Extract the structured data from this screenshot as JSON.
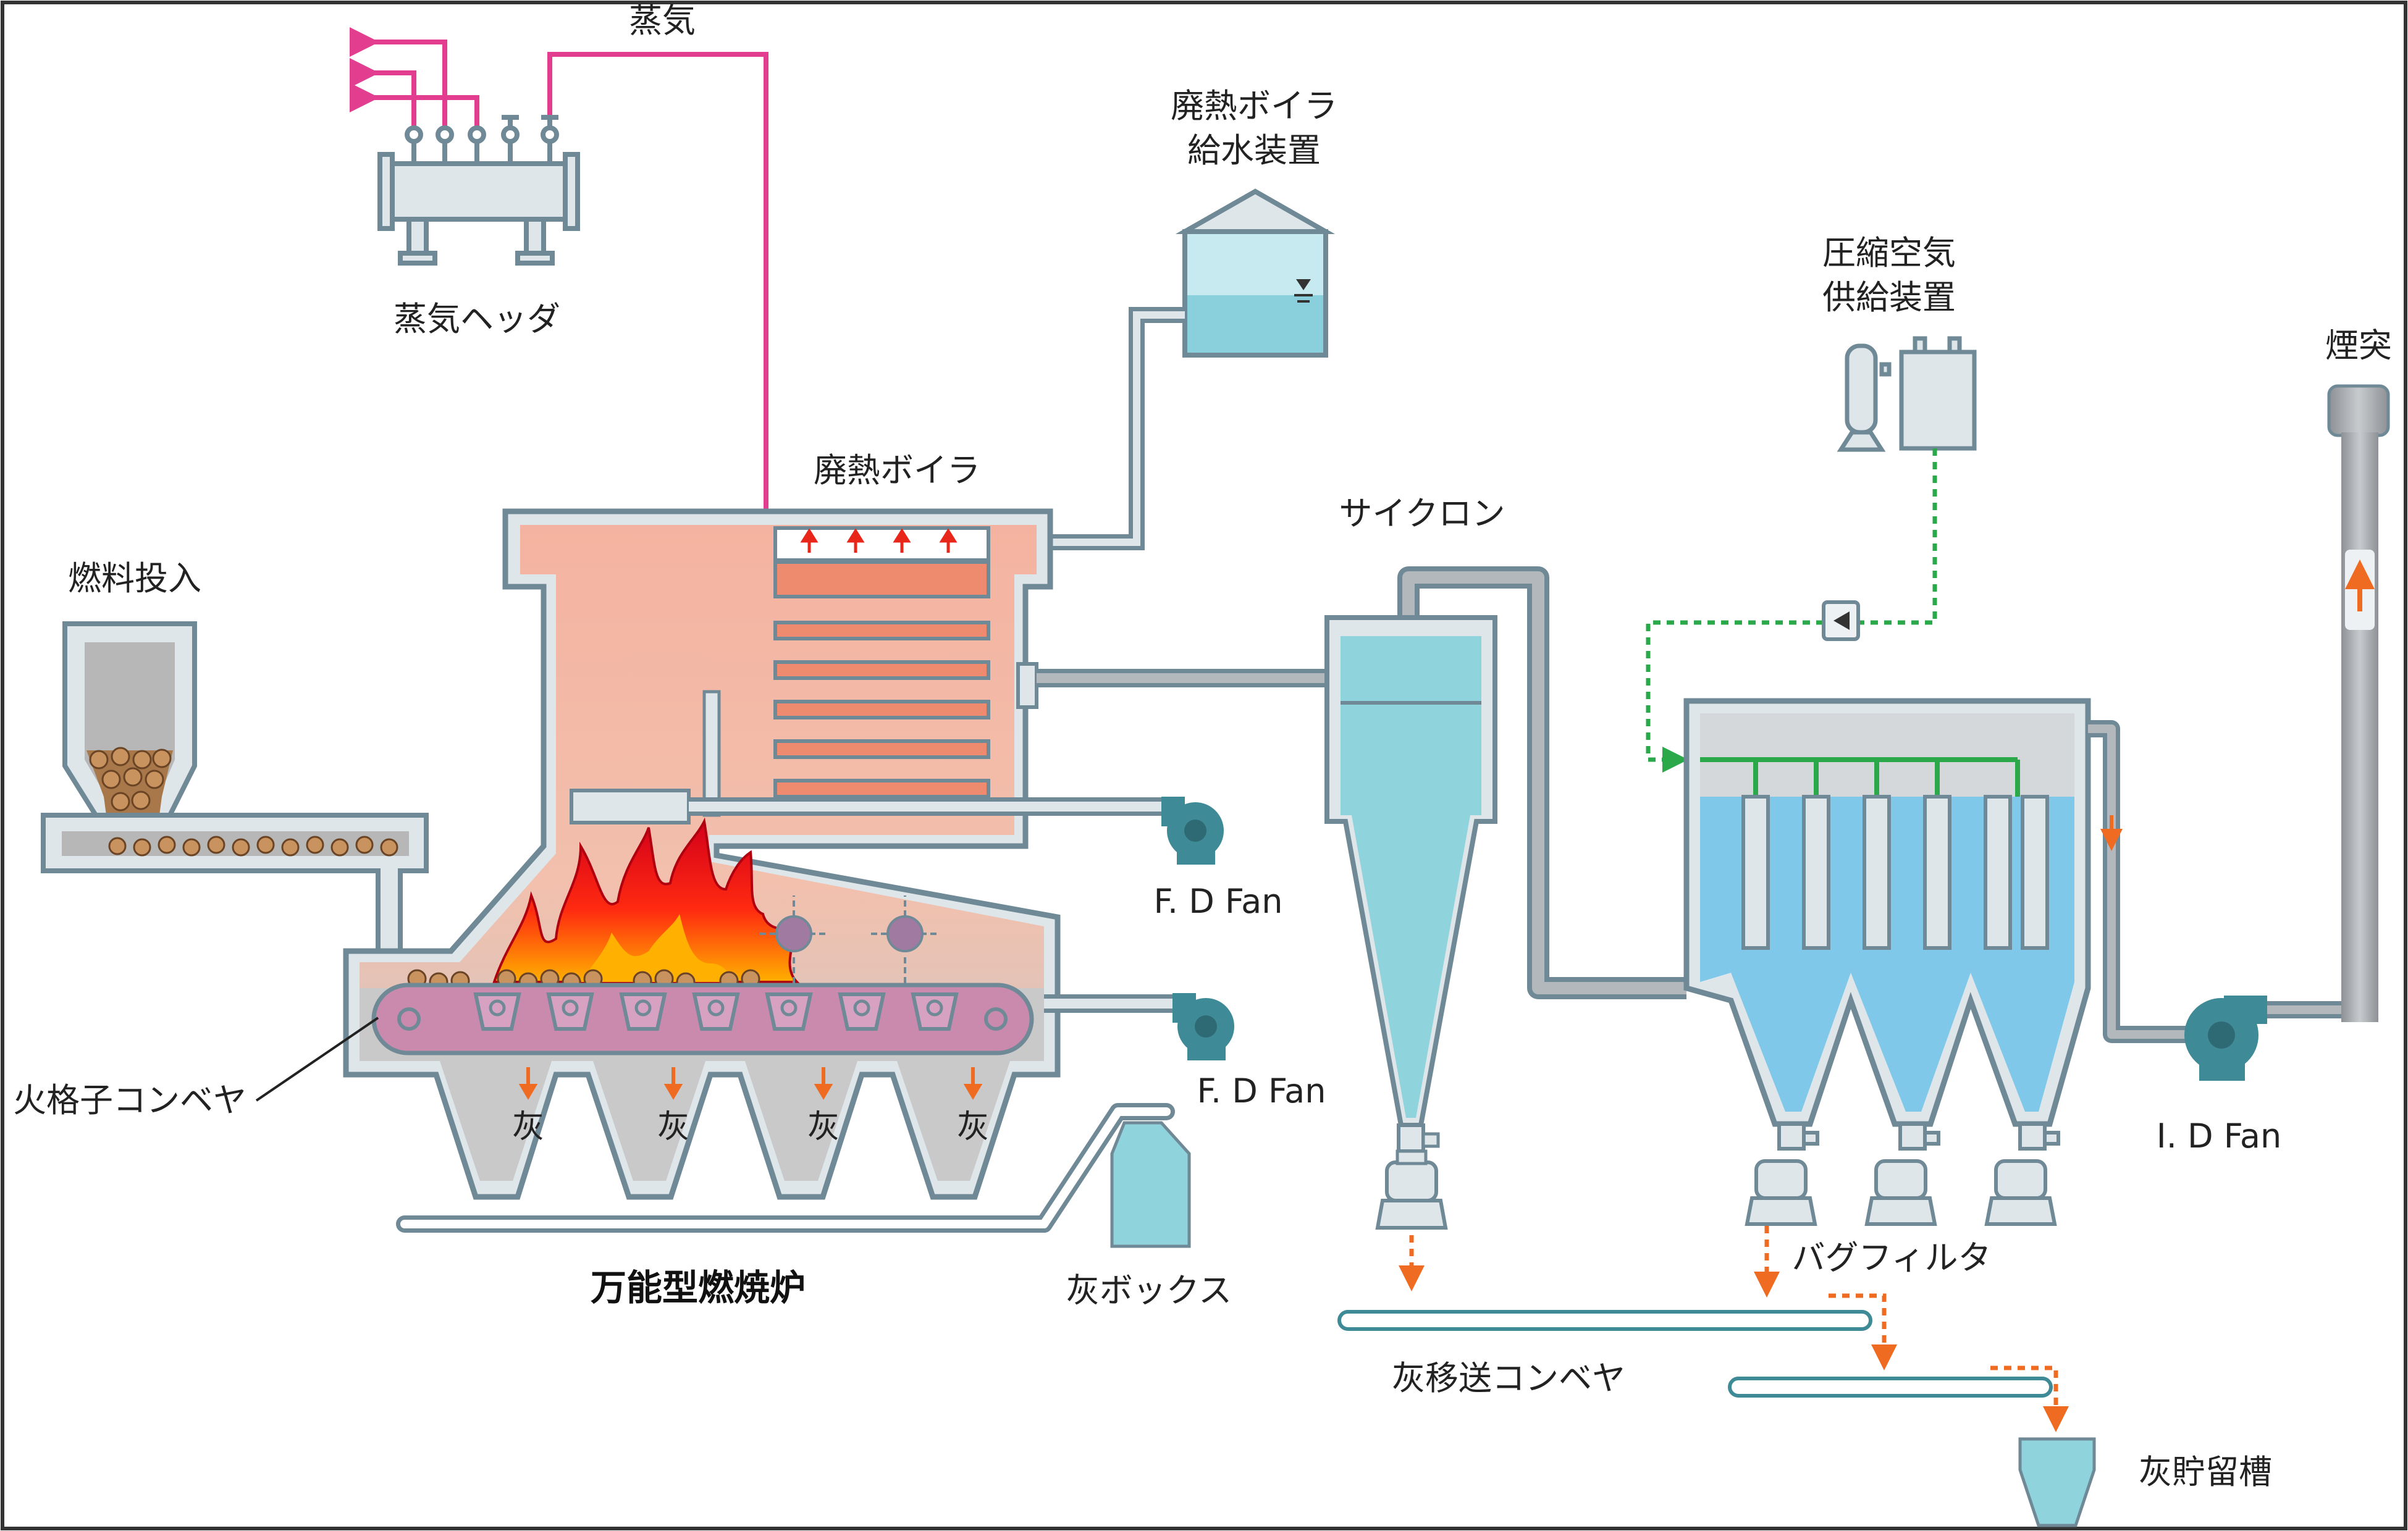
{
  "title": "万能型燃焼炉",
  "labels": {
    "steam": "蒸気",
    "steam_header": "蒸気ヘッダ",
    "feedwater_1": "廃熱ボイラ",
    "feedwater_2": "給水装置",
    "compressed_air_1": "圧縮空気",
    "compressed_air_2": "供給装置",
    "chimney": "煙突",
    "waste_heat_boiler": "廃熱ボイラ",
    "cyclone": "サイクロン",
    "fuel_input": "燃料投入",
    "fd_fan_1": "F. D Fan",
    "fd_fan_2": "F. D Fan",
    "id_fan": "I. D Fan",
    "grate_conveyor": "火格子コンベヤ",
    "ash": "灰",
    "ash_box": "灰ボックス",
    "bag_filter": "バグフィルタ",
    "ash_transfer_conveyor": "灰移送コンベヤ",
    "ash_storage": "灰貯留槽"
  },
  "colors": {
    "outline": "#6f8a96",
    "wall": "#dfe6ea",
    "furnace_hot": "#f4b3a0",
    "furnace_bottom": "#c9c9c9",
    "water": "#8ad0dc",
    "cyclone": "#8fd3dc",
    "bag_filter": "#7fc8ea",
    "steam_pipe": "#e23d8f",
    "ash_arrow": "#ef6b22",
    "air_line": "#2aa84a",
    "grate": "#c98aad",
    "fan": "#3e8a96",
    "pipe": "#b3b8bd",
    "chimney": "#a6a9ad"
  }
}
